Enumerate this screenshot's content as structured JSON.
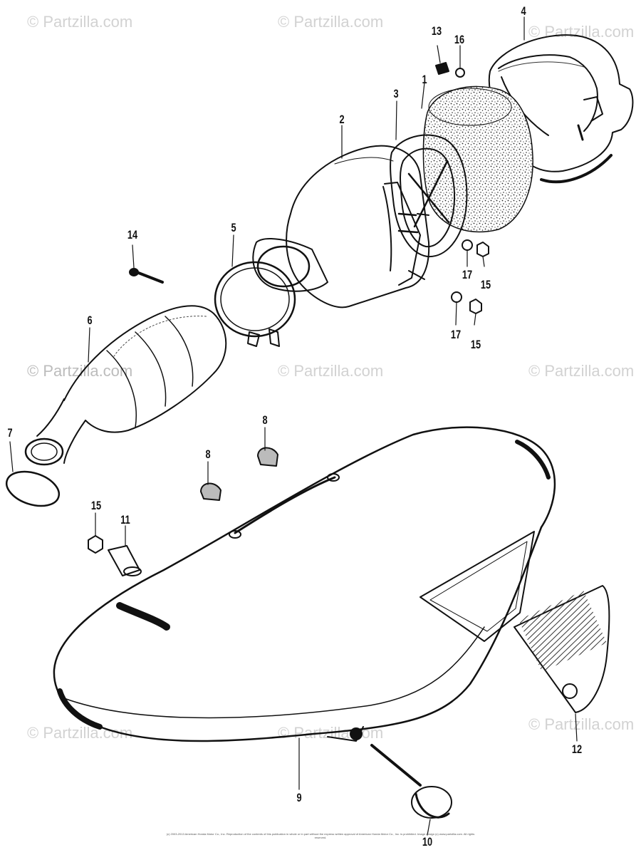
{
  "watermark": "© Partzilla.com",
  "copyright": "(c) 2003-2013 American Honda Motor Co., Inc. Reproduction of the contents of this publication in whole or in part without the express written approval of American Honda Motor Co., Inc. is prohibited. Image design (c) www.partzilla.com. All rights reserved.",
  "callouts": {
    "c1": "1",
    "c2": "2",
    "c3": "3",
    "c4": "4",
    "c5": "5",
    "c6": "6",
    "c7": "7",
    "c8a": "8",
    "c8b": "8",
    "c9": "9",
    "c10": "10",
    "c11": "11",
    "c12": "12",
    "c13": "13",
    "c14": "14",
    "c15a": "15",
    "c15b": "15",
    "c15c": "15",
    "c16": "16",
    "c17a": "17",
    "c17b": "17"
  }
}
